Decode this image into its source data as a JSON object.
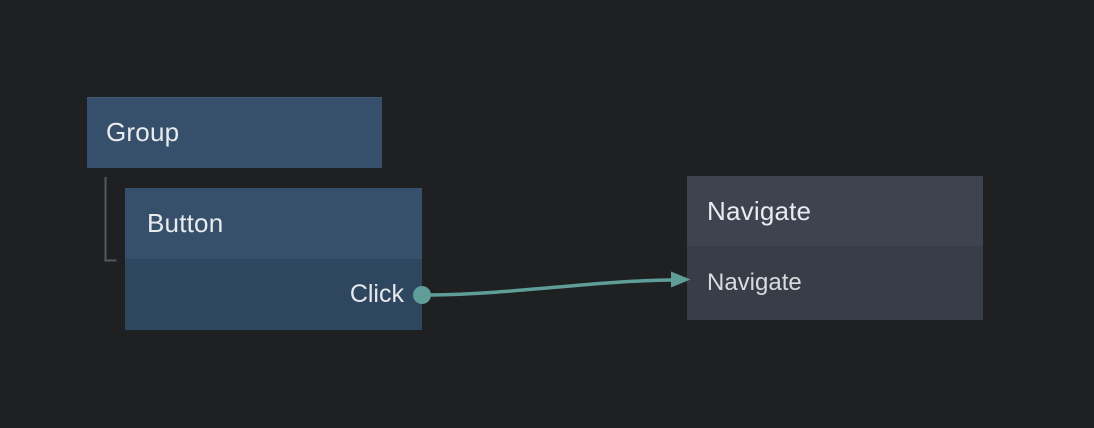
{
  "canvas": {
    "background_color": "#1f2022"
  },
  "palette": {
    "node_blue_header": "#36506c",
    "node_blue_body": "#2e4660",
    "node_slate_header": "#3e4350",
    "node_slate_body": "#383d47",
    "edge_teal": "#5f9e98",
    "tree_connector_gray": "#57585b",
    "text_light": "#e9ebee"
  },
  "nodes": {
    "group": {
      "title": "Group"
    },
    "button": {
      "title": "Button",
      "output_port_label": "Click"
    },
    "navigate": {
      "title": "Navigate",
      "body_label": "Navigate"
    }
  },
  "edges": [
    {
      "from": "button-click-output-port",
      "to": "navigate-node",
      "style": "curved-teal-arrow"
    }
  ],
  "hierarchy": [
    {
      "parent": "group",
      "child": "button"
    }
  ]
}
